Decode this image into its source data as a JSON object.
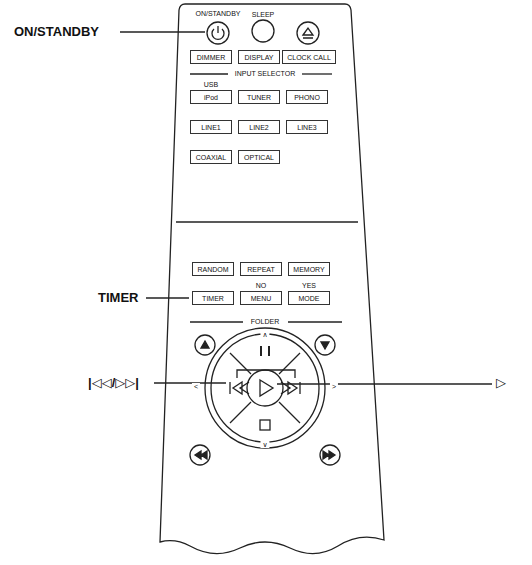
{
  "diagram": {
    "nodes": [
      {
        "text": [
          "DIMMER"
        ]
      },
      {
        "text": [
          "DISPLAY"
        ]
      },
      {
        "text": [
          "CLOCK CALL"
        ]
      },
      {
        "text": [
          "USB",
          "iPod"
        ]
      },
      {
        "text": [
          "TUNER"
        ]
      },
      {
        "text": [
          "PHONO"
        ]
      },
      {
        "text": [
          "LINE1"
        ]
      },
      {
        "text": [
          "LINE2"
        ]
      },
      {
        "text": [
          "LINE3"
        ]
      },
      {
        "text": [
          "COAXIAL"
        ]
      },
      {
        "text": [
          "OPTICAL"
        ]
      },
      {
        "text": [
          "RANDOM"
        ]
      },
      {
        "text": [
          "REPEAT"
        ]
      },
      {
        "text": [
          "MEMORY"
        ]
      },
      {
        "text": [
          "TIMER"
        ]
      },
      {
        "text": [
          "NO",
          "MENU"
        ]
      },
      {
        "text": [
          "YES",
          "MODE"
        ]
      }
    ],
    "labels": [
      "ON/STANDBY",
      "TIMER",
      "|◁◁/▷▷|",
      "▷",
      "ON/STANDBY",
      "SLEEP",
      "INPUT SELECTOR",
      "FOLDER",
      "∧",
      "<",
      ">",
      "∨"
    ]
  }
}
